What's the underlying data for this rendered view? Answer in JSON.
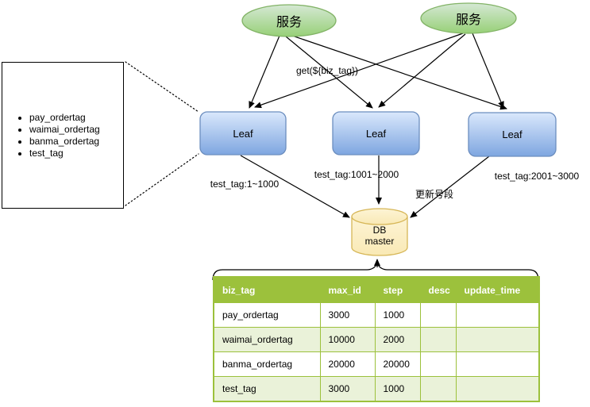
{
  "diagram": {
    "services": [
      {
        "label": "服务"
      },
      {
        "label": "服务"
      }
    ],
    "leaf_nodes": [
      {
        "label": "Leaf"
      },
      {
        "label": "Leaf"
      },
      {
        "label": "Leaf"
      }
    ],
    "db": {
      "label_lines": [
        "DB",
        "master"
      ]
    },
    "edge_labels": {
      "get_request": "get(${biz_tag})",
      "leaf1_segment": "test_tag:1~1000",
      "leaf2_segment": "test_tag:1001~2000",
      "leaf3_segment": "test_tag:2001~3000",
      "update_segment": "更新号段"
    },
    "tag_list": {
      "items": [
        "pay_ordertag",
        "waimai_ordertag",
        "banma_ordertag",
        "test_tag"
      ]
    }
  },
  "table": {
    "headers": [
      "biz_tag",
      "max_id",
      "step",
      "desc",
      "update_time"
    ],
    "rows": [
      [
        "pay_ordertag",
        "3000",
        "1000",
        "",
        ""
      ],
      [
        "waimai_ordertag",
        "10000",
        "2000",
        "",
        ""
      ],
      [
        "banma_ordertag",
        "20000",
        "20000",
        "",
        ""
      ],
      [
        "test_tag",
        "3000",
        "1000",
        "",
        ""
      ]
    ]
  },
  "colors": {
    "service_fill_top": "#d5e8d4",
    "service_fill_bottom": "#97d077",
    "service_stroke": "#82b366",
    "leaf_fill_top": "#dae8fc",
    "leaf_fill_bottom": "#7ea6e0",
    "leaf_stroke": "#6c8ebf",
    "db_fill": "#fcf0c8",
    "db_stroke": "#d6b656",
    "table_header_bg": "#9cc13c",
    "table_alt_row_bg": "#eaf2d9",
    "connector": "#000000"
  }
}
